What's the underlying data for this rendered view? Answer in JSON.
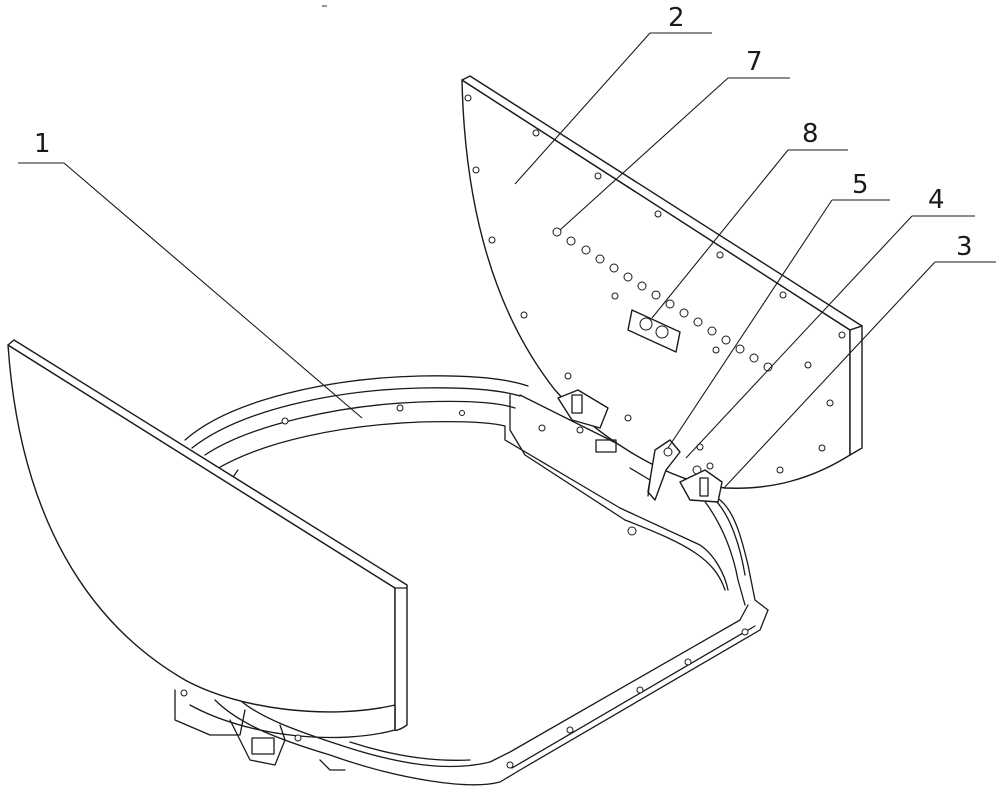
{
  "labels": {
    "l1": "1",
    "l2": "2",
    "l3": "3",
    "l4": "4",
    "l5": "5",
    "l7": "7",
    "l8": "8"
  },
  "palette": {
    "ink": "#1a1a1a",
    "paper": "#ffffff"
  }
}
